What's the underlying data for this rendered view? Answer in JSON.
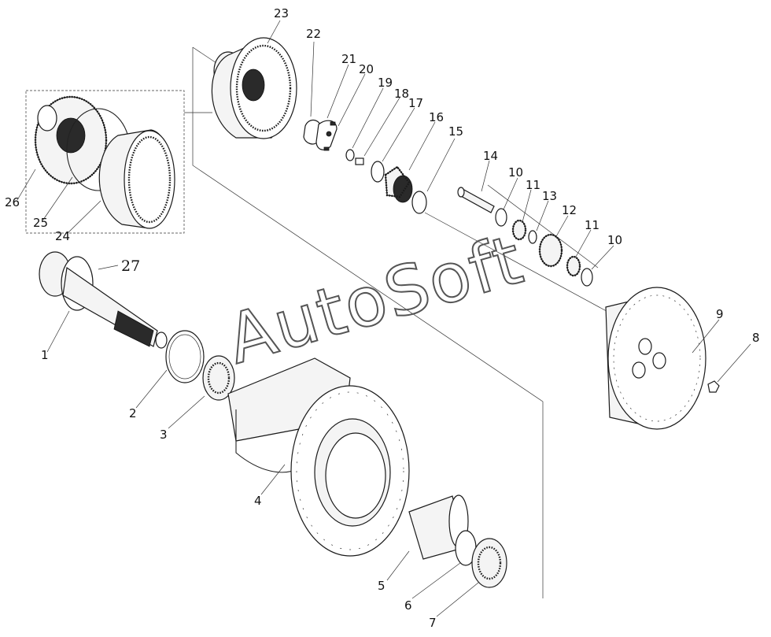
{
  "watermark": "AutoSoft",
  "callouts": {
    "c1": "1",
    "c2": "2",
    "c3": "3",
    "c4": "4",
    "c5": "5",
    "c6": "6",
    "c7": "7",
    "c8": "8",
    "c9": "9",
    "c10a": "10",
    "c10b": "10",
    "c11a": "11",
    "c11b": "11",
    "c12": "12",
    "c13": "13",
    "c14": "14",
    "c15": "15",
    "c16": "16",
    "c17": "17",
    "c18": "18",
    "c19": "19",
    "c20": "20",
    "c21": "21",
    "c22": "22",
    "c23": "23",
    "c24": "24",
    "c25": "25",
    "c26": "26",
    "c27": "27"
  }
}
